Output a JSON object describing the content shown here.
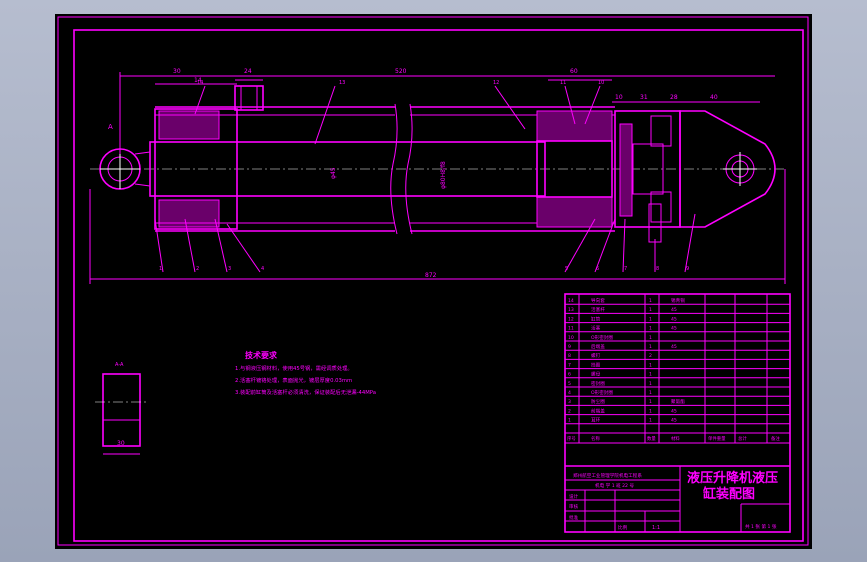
{
  "drawing": {
    "title_line1": "液压升降机液压",
    "title_line2": "缸装配图",
    "tech_heading": "技术要求",
    "tech_notes": [
      "1.与钢液压钢材料，使用45号钢，需经调质处理。",
      "2.活塞杆镀铬处理，表面抛光，镀层厚度0.03mm",
      "3.装配前缸筒及活塞杆必须清洗，保证装配后无泄漏-44MPa"
    ],
    "section_label": "A-A",
    "section_dim": "30",
    "dimensions": {
      "d_top_left": "30",
      "d_14": "14",
      "d_24": "24",
      "d_length": "520",
      "d_60": "60",
      "d_10": "10",
      "d_31": "31",
      "d_28": "28",
      "d_40": "40",
      "d_total": "872",
      "d_dia1": "φ45",
      "d_dia2": "φ80H8/f8"
    },
    "balloons_top": [
      "14",
      "13",
      "12",
      "11",
      "10"
    ],
    "balloons_bottom_left": [
      "1",
      "2",
      "3",
      "4"
    ],
    "balloons_bottom_right": [
      "5",
      "6",
      "7",
      "8",
      "9"
    ],
    "view_mark": "A",
    "parts": [
      {
        "no": "14",
        "name": "导向套",
        "qty": "1",
        "mat": "锡青铜"
      },
      {
        "no": "13",
        "name": "活塞杆",
        "qty": "1",
        "mat": "45"
      },
      {
        "no": "12",
        "name": "缸筒",
        "qty": "1",
        "mat": "45"
      },
      {
        "no": "11",
        "name": "活塞",
        "qty": "1",
        "mat": "45"
      },
      {
        "no": "10",
        "name": "O形密封圈",
        "qty": "1",
        "mat": ""
      },
      {
        "no": "9",
        "name": "后端盖",
        "qty": "1",
        "mat": "45"
      },
      {
        "no": "8",
        "name": "螺钉",
        "qty": "2",
        "mat": ""
      },
      {
        "no": "7",
        "name": "挡圈",
        "qty": "1",
        "mat": ""
      },
      {
        "no": "6",
        "name": "螺母",
        "qty": "1",
        "mat": ""
      },
      {
        "no": "5",
        "name": "密封圈",
        "qty": "1",
        "mat": ""
      },
      {
        "no": "4",
        "name": "O形密封圈",
        "qty": "1",
        "mat": ""
      },
      {
        "no": "3",
        "name": "防尘圈",
        "qty": "1",
        "mat": "聚氨酯"
      },
      {
        "no": "2",
        "name": "前端盖",
        "qty": "1",
        "mat": "45"
      },
      {
        "no": "1",
        "name": "耳环",
        "qty": "1",
        "mat": "45"
      }
    ],
    "table_header": {
      "no": "序号",
      "name": "名称",
      "qty": "数量",
      "mat": "材料",
      "weight": "单件重量",
      "total": "总计",
      "note": "备注"
    },
    "school": "郑州航空工业管理学院机电工程系",
    "class_info": "机电 学 1 班 22 号",
    "title_block": {
      "drawn": "设计",
      "checked": "审核",
      "approved": "批准",
      "scale_label": "比例",
      "scale": "1:1",
      "sheet": "共 1 张 第 1 张"
    }
  }
}
